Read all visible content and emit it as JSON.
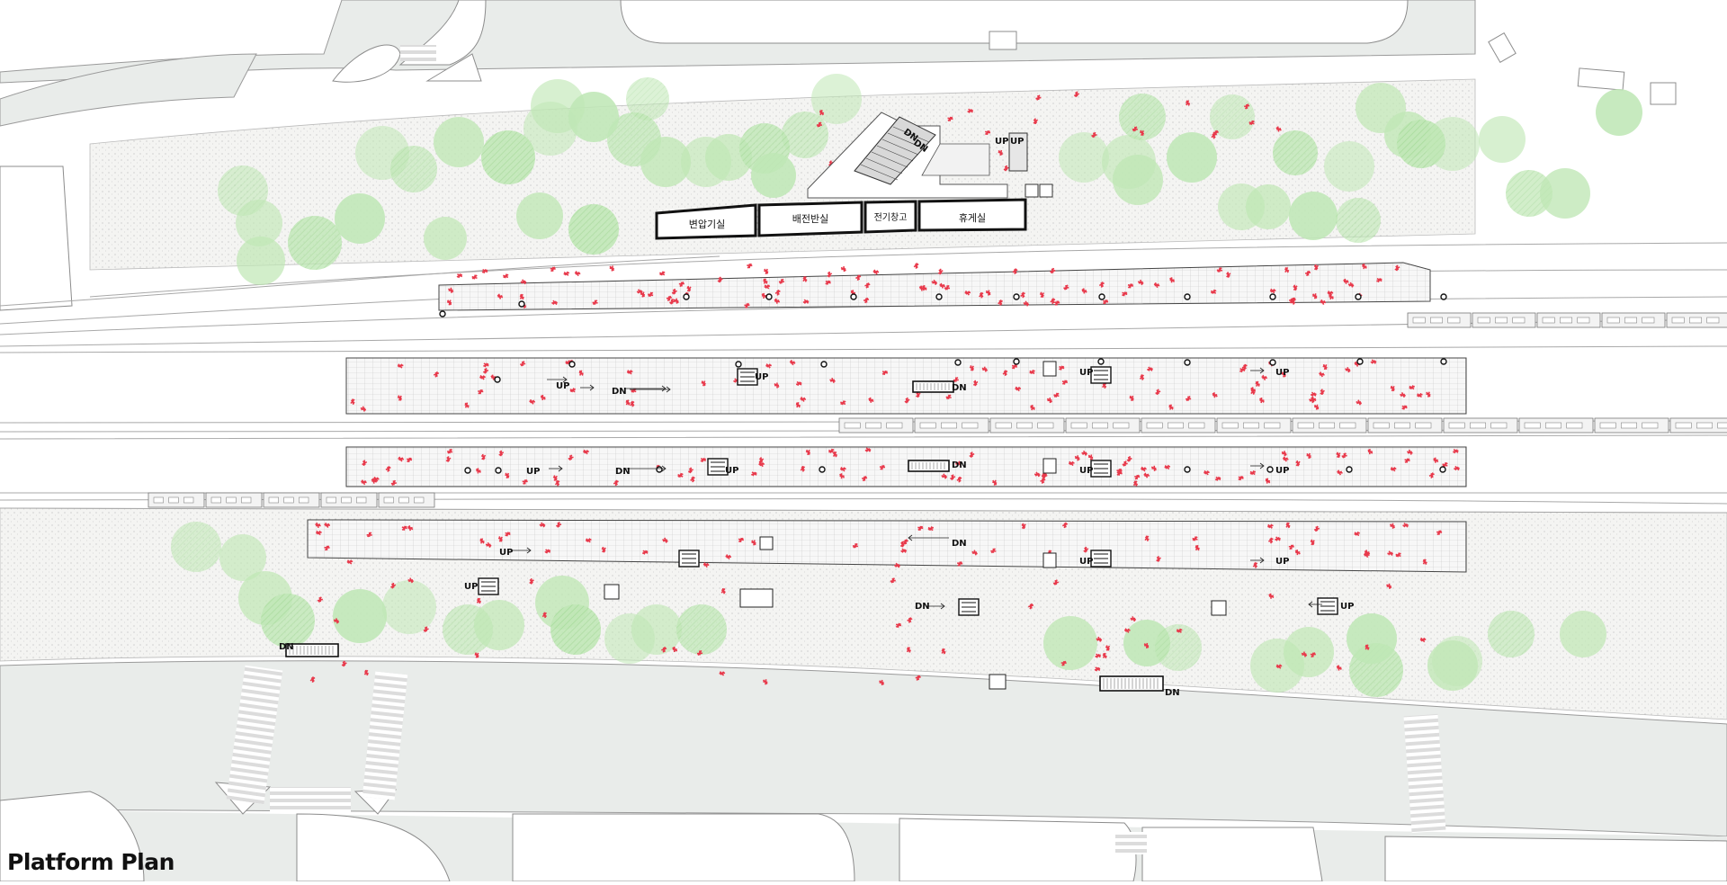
{
  "title": "Platform Plan",
  "rooms": [
    {
      "label": "변압기실"
    },
    {
      "label": "배전반실"
    },
    {
      "label": "전기창고"
    },
    {
      "label": "휴게실"
    }
  ],
  "markers": {
    "up": "UP",
    "dn": "DN"
  },
  "colors": {
    "road": "#e9ecea",
    "tree": "#bfe7b5",
    "tree_dark": "#a8dc9b",
    "person": "#e8394b",
    "platform_grid": "#c8c8c8",
    "outline": "#333333"
  }
}
